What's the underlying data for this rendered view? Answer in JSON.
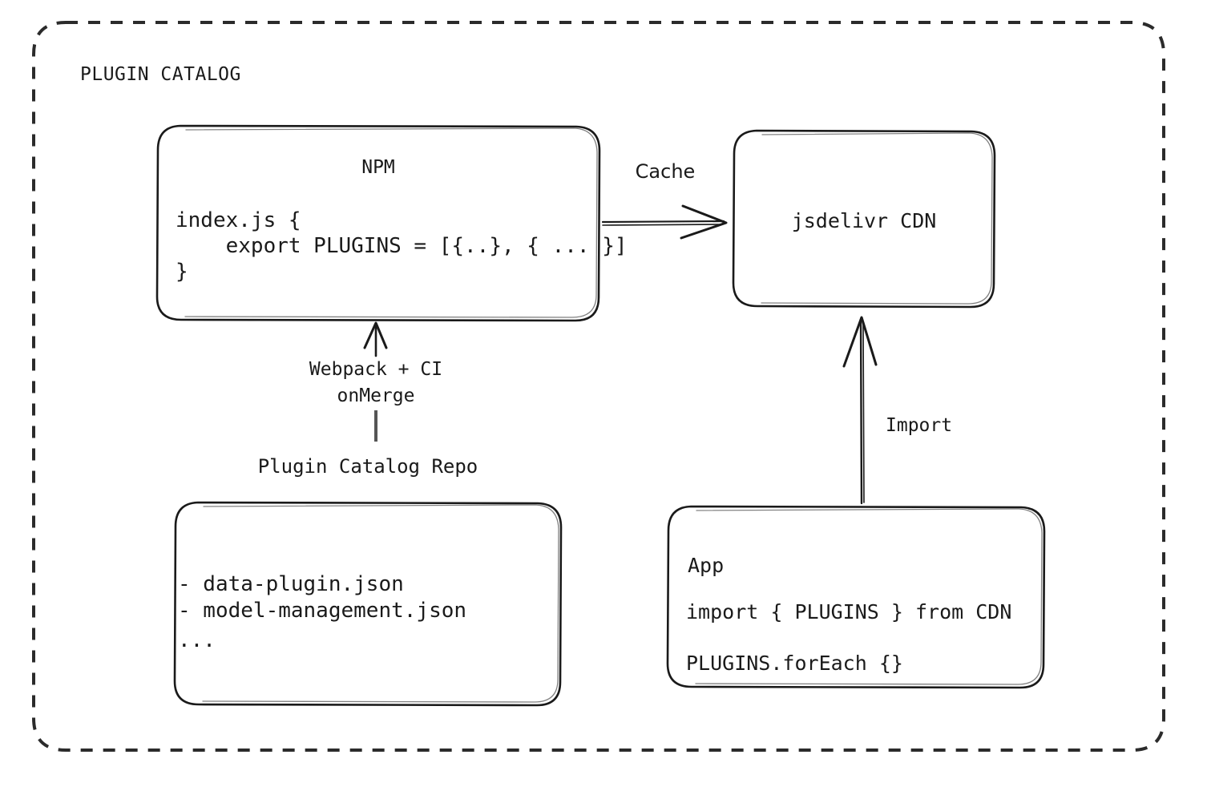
{
  "diagram": {
    "container": {
      "title": "PLUGIN CATALOG",
      "border_style": "dashed",
      "border_color": "#2b2b2b"
    },
    "nodes": {
      "npm": {
        "title": "NPM",
        "code_line_1": "index.js {",
        "code_line_2": "    export PLUGINS = [{..}, { ... }]",
        "code_line_3": "}"
      },
      "cdn": {
        "title": "jsdelivr CDN"
      },
      "repo": {
        "caption": "Plugin Catalog Repo",
        "file_1": "- data-plugin.json",
        "file_2": "- model-management.json",
        "file_3": "..."
      },
      "app": {
        "title": "App",
        "code_line_1": "import { PLUGINS } from CDN",
        "code_line_2": "PLUGINS.forEach {}"
      }
    },
    "edges": {
      "npm_to_cdn": {
        "label": "Cache",
        "direction": "right"
      },
      "repo_to_npm": {
        "label_line_1": "Webpack + CI",
        "label_line_2": "onMerge",
        "direction": "up"
      },
      "app_to_cdn": {
        "label": "Import",
        "direction": "up"
      }
    }
  }
}
